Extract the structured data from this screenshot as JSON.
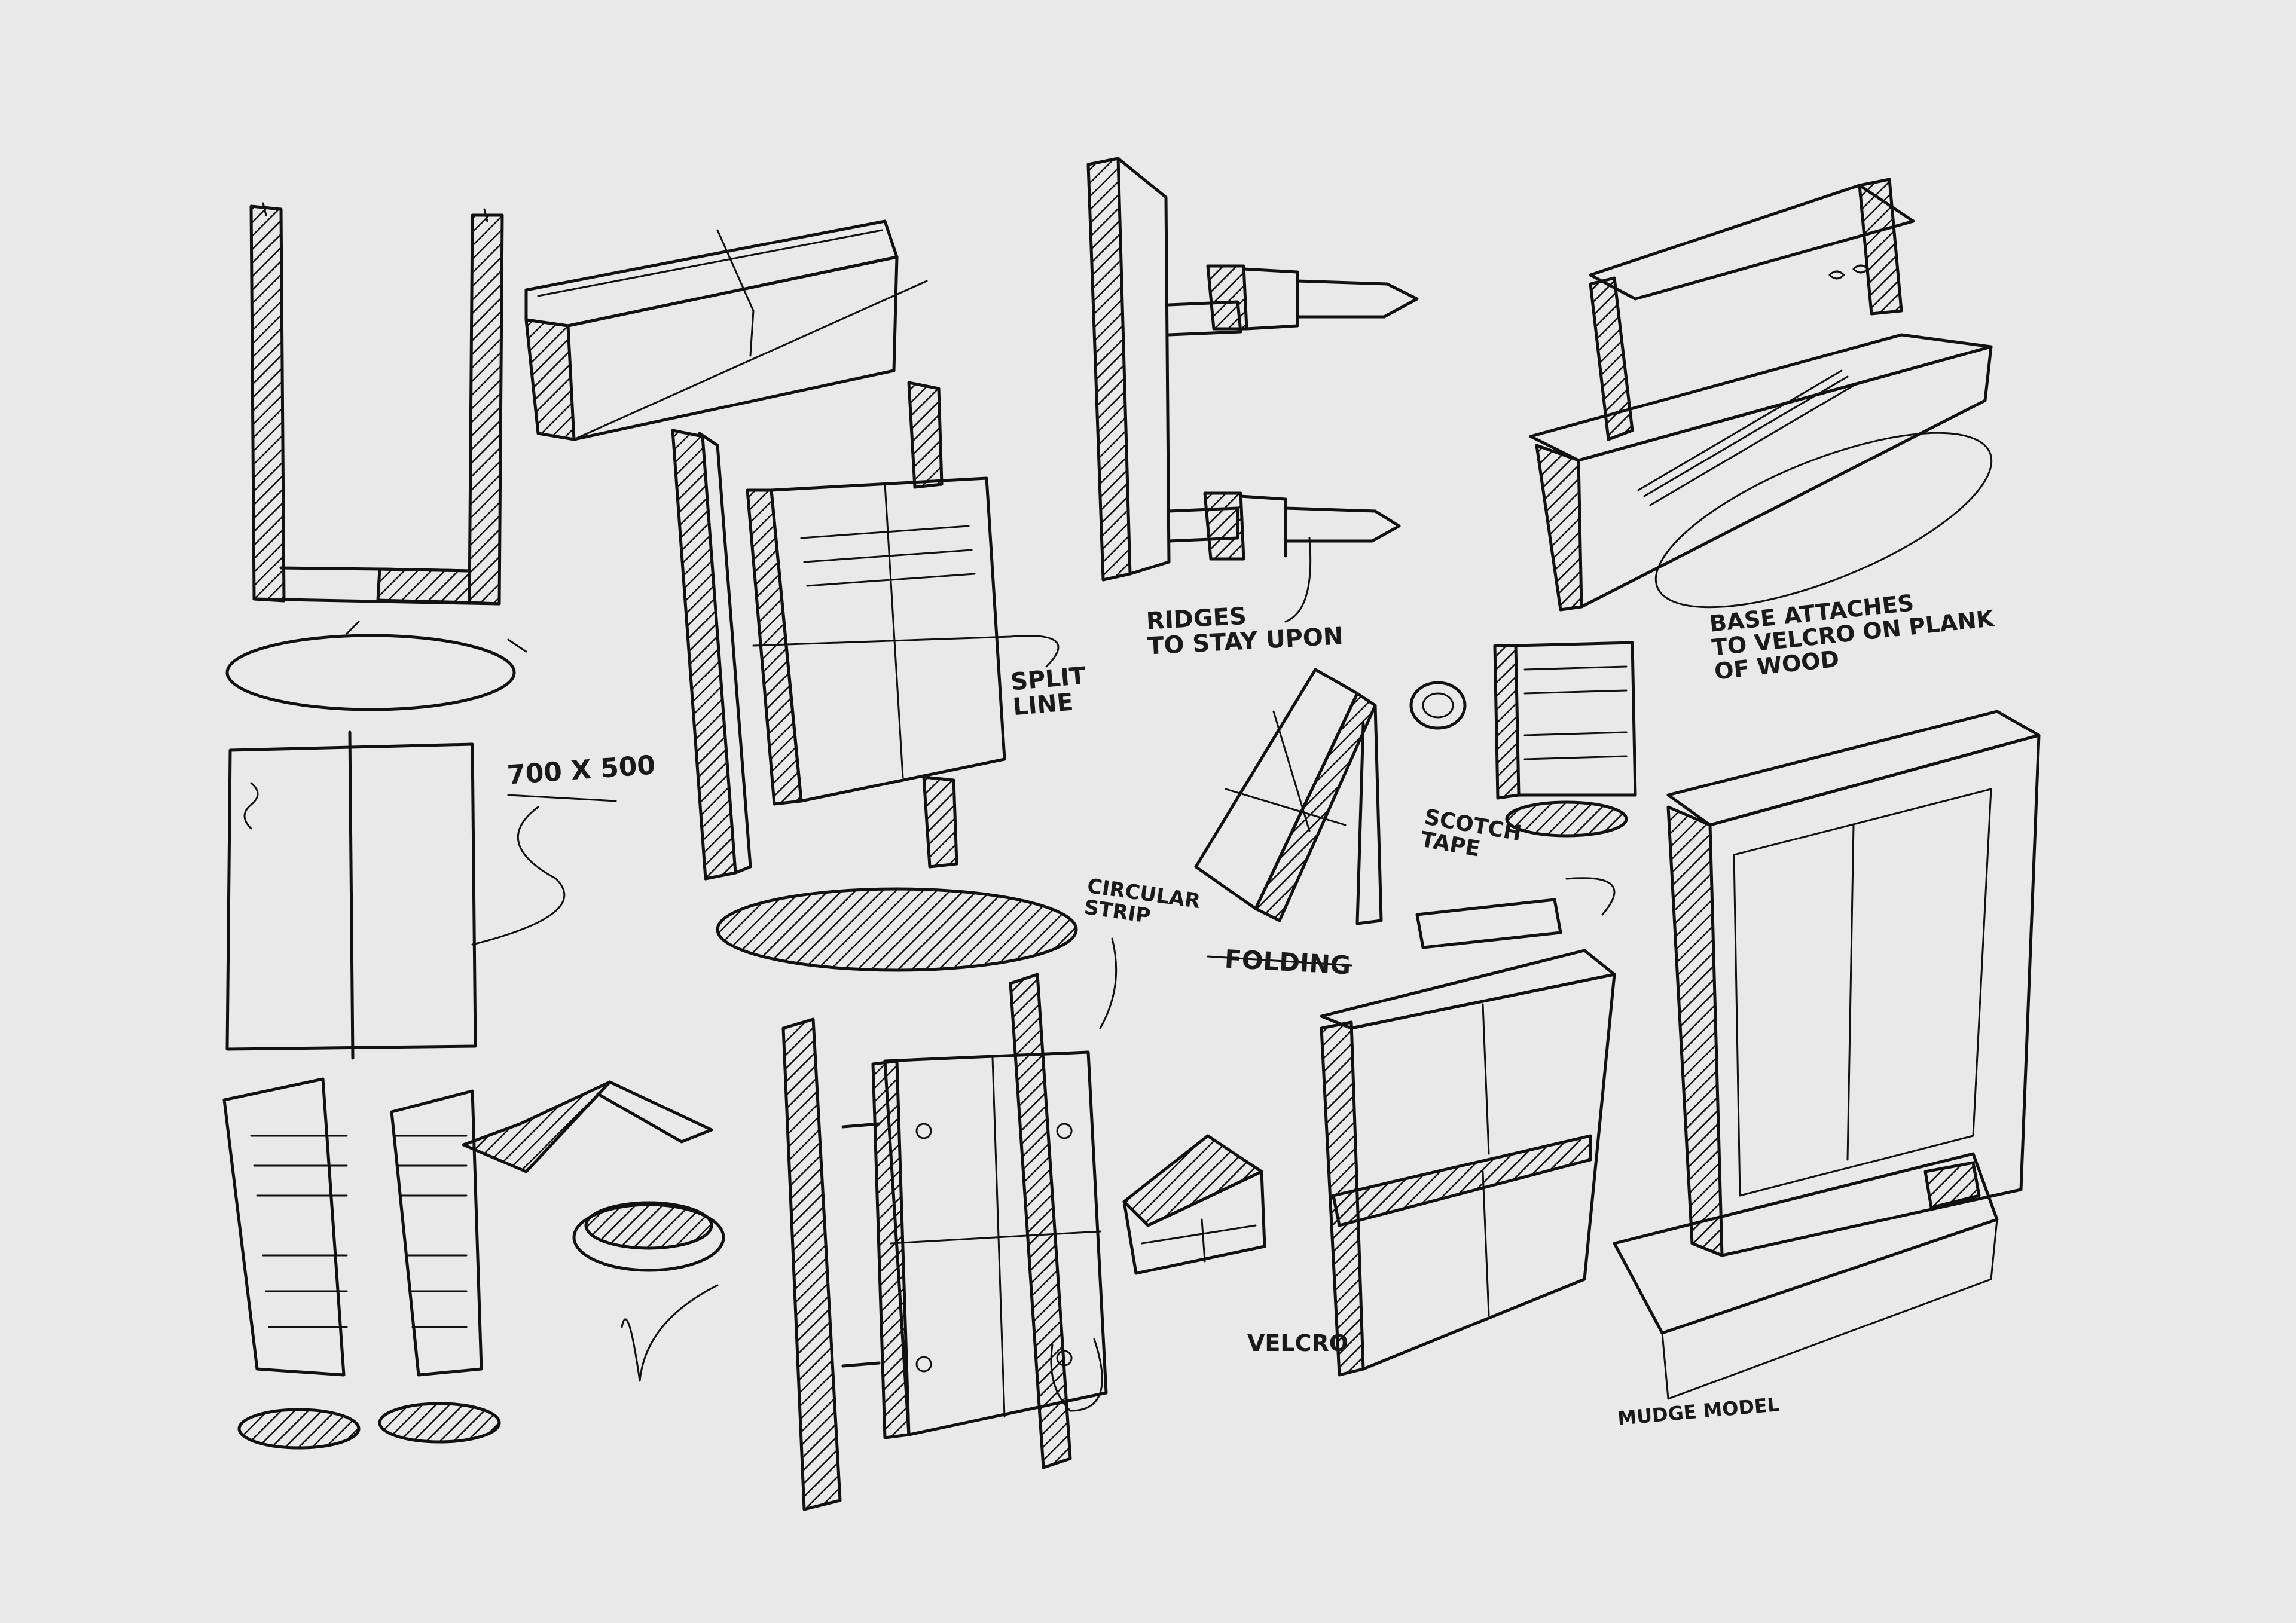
{
  "labels": {
    "ridges": "RIDGES\nTO STAY UPON",
    "base": "BASE ATTACHES\nTO VELCRO ON PLANK\nOF WOOD",
    "split": "SPLIT\nLINE",
    "dimensions": "700 x 500",
    "scotch": "SCOTCH\nTAPE",
    "circular": "CIRCULAR\nSTRIP",
    "folding": "FOLDING",
    "velcro": "VELCRO",
    "mudge": "MUDGE MODEL"
  },
  "colors": {
    "paper": "#e9e9e9",
    "ink": "#111111"
  }
}
